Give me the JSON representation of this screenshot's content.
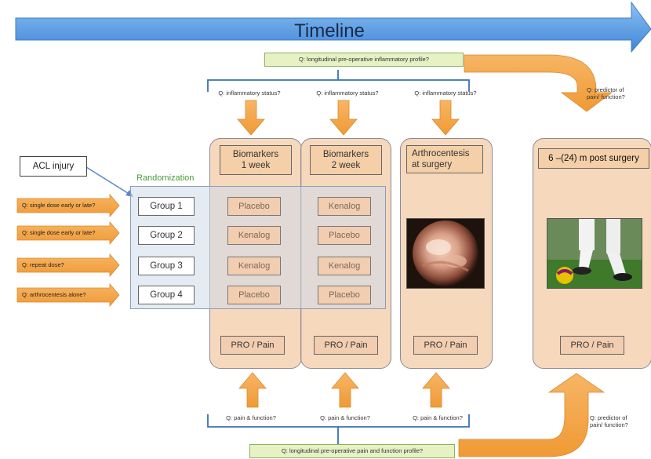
{
  "timeline": {
    "title": "Timeline"
  },
  "top_question": "Q: longitudinal pre-operative  inflammatory profile?",
  "bottom_question": "Q: longitudinal pre-operative  pain and function profile?",
  "inflammatory_questions": [
    "Q: inflammatory status?",
    "Q: inflammatory status?",
    "Q: inflammatory status?"
  ],
  "pain_questions": [
    "Q: pain & function?",
    "Q: pain & function?",
    "Q: pain & function?"
  ],
  "predictor_top": {
    "line1": "Q: predictor of",
    "line2": "pain/ function?"
  },
  "predictor_bottom": {
    "line1": "Q: predictor of",
    "line2": "pain/ function?"
  },
  "acl_injury": "ACL injury",
  "randomization": "Randomization",
  "groups": [
    "Group 1",
    "Group 2",
    "Group 3",
    "Group 4"
  ],
  "group_questions": [
    "Q: single dose early or late?",
    "Q: single dose early or late?",
    "Q: repeat dose?",
    "Q: arthrocentesis alone?"
  ],
  "columns": {
    "week1": {
      "title1": "Biomarkers",
      "title2": "1 week",
      "cells": [
        "Placebo",
        "Kenalog",
        "Kenalog",
        "Placebo"
      ],
      "pro": "PRO / Pain"
    },
    "week2": {
      "title1": "Biomarkers",
      "title2": "2 week",
      "cells": [
        "Kenalog",
        "Placebo",
        "Kenalog",
        "Placebo"
      ],
      "pro": "PRO / Pain"
    },
    "surgery": {
      "title1": "Arthrocentesis",
      "title2": "at  surgery",
      "pro": "PRO / Pain"
    },
    "post": {
      "title": "6 –(24) m post surgery",
      "pro": "PRO / Pain"
    }
  },
  "colors": {
    "timeline_arrow": "#5b9be0",
    "orange_arrow": "#f5a547",
    "question_box": "#e6f1c4",
    "column_fill": "#f3cdaa",
    "randomization_fill": "#cddaea"
  },
  "images": {
    "surgery_photo": "arthroscopy-image",
    "post_photo": "soccer-kick-image"
  }
}
